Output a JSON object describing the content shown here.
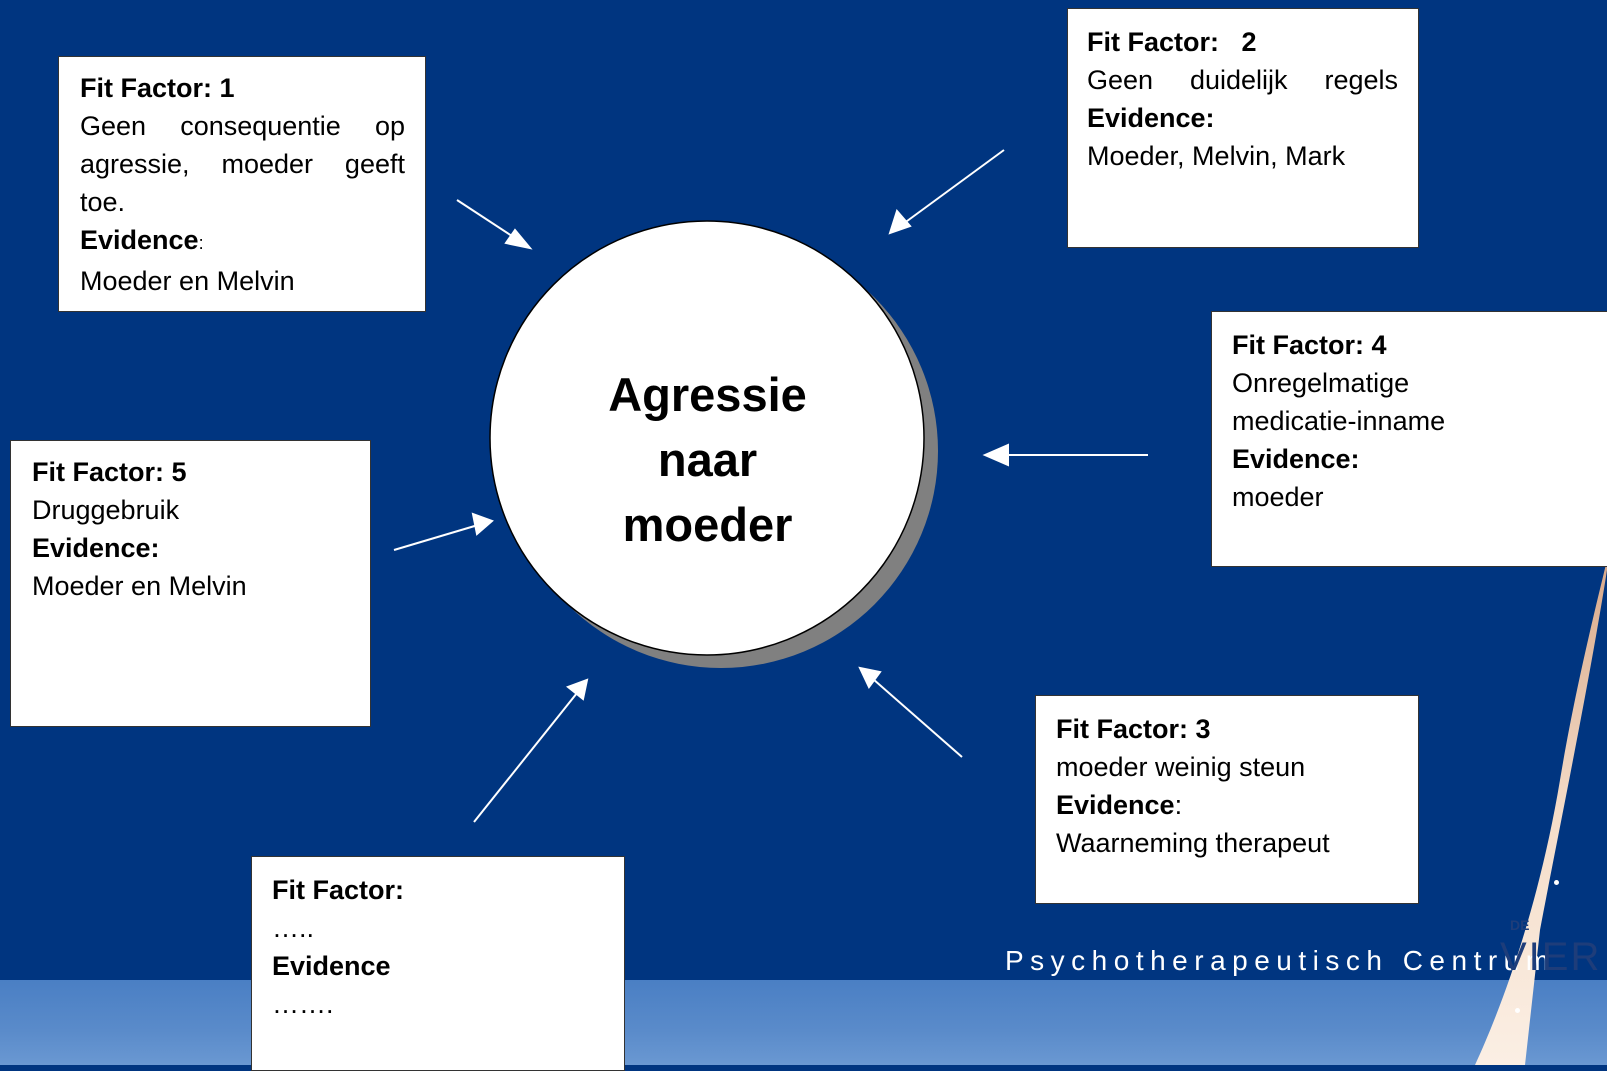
{
  "center": {
    "lines": [
      "Agressie",
      "naar",
      "moeder"
    ]
  },
  "boxes": {
    "f1": {
      "title": "Fit Factor: 1",
      "desc_lines": [
        "Geen consequentie op",
        "agressie, moeder geeft",
        "toe."
      ],
      "evidence_label": "Evidence",
      "evidence_suffix": ":",
      "evidence_text": "Moeder en  Melvin"
    },
    "f2": {
      "title": "Fit Factor:   2",
      "desc": "Geen duidelijk regels",
      "evidence_label": "Evidence:",
      "evidence_text": "Moeder, Melvin, Mark"
    },
    "f3": {
      "title": "Fit Factor: 3",
      "desc": "moeder weinig steun",
      "evidence_label": "Evidence",
      "evidence_suffix": ":",
      "evidence_text": "Waarneming therapeut"
    },
    "f4": {
      "title": "Fit Factor: 4",
      "desc_lines": [
        "Onregelmatige",
        "medicatie-inname"
      ],
      "evidence_label": "Evidence:",
      "evidence_text": "moeder"
    },
    "f5": {
      "title": "Fit Factor: 5",
      "desc": "Druggebruik",
      "evidence_label": "Evidence:",
      "evidence_text": "Moeder en Melvin"
    },
    "f6": {
      "title": "Fit Factor:",
      "desc": "…..",
      "evidence_label": "Evidence",
      "evidence_text": "……."
    }
  },
  "footer": {
    "text": "Psychotherapeutisch Centrum"
  },
  "logo": {
    "de": "DE",
    "vier": "VIER"
  },
  "colors": {
    "background": "#003580",
    "band": "#5a8bca",
    "logo_swoosh": "#f2d9c2",
    "logo_text": "#1e3d7a"
  }
}
